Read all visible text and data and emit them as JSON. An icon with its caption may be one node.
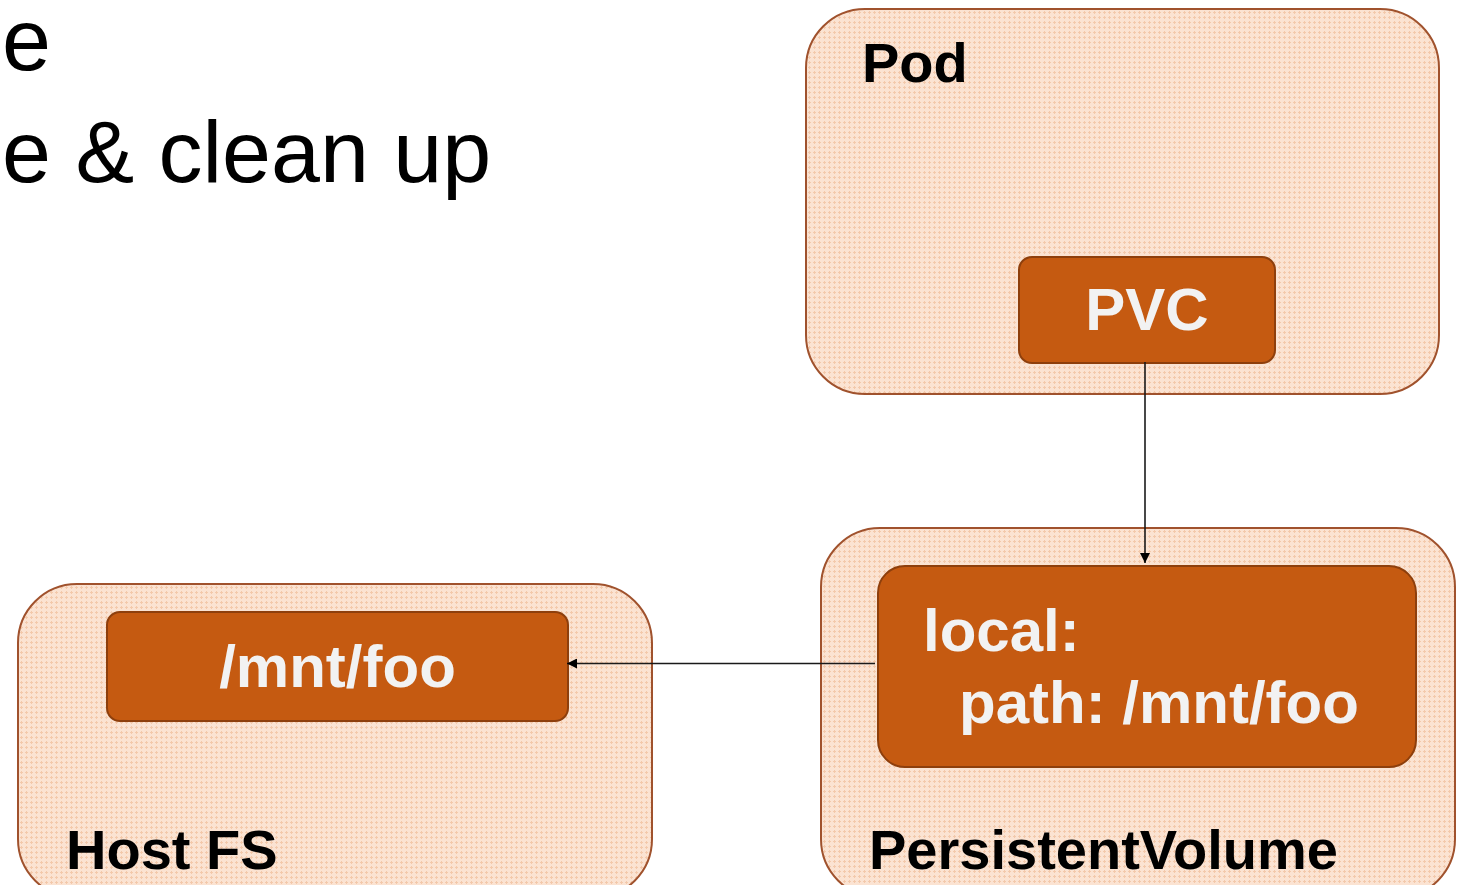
{
  "diagram": {
    "nodes": [
      {
        "text": [
          "Pod"
        ]
      },
      {
        "text": [
          "PVC"
        ],
        "in": 0
      },
      {
        "text": [
          "PersistentVolume"
        ]
      },
      {
        "text": [
          "local:",
          "path: /mnt/foo"
        ],
        "in": 2
      },
      {
        "text": [
          "Host FS"
        ]
      },
      {
        "text": [
          "/mnt/foo"
        ],
        "in": 4
      }
    ],
    "edges": [
      {
        "from": 1,
        "to": 3,
        "arrow": "to"
      },
      {
        "from": 3,
        "to": 5,
        "arrow": "to"
      }
    ],
    "labels": [
      "e",
      "e & clean up"
    ]
  }
}
